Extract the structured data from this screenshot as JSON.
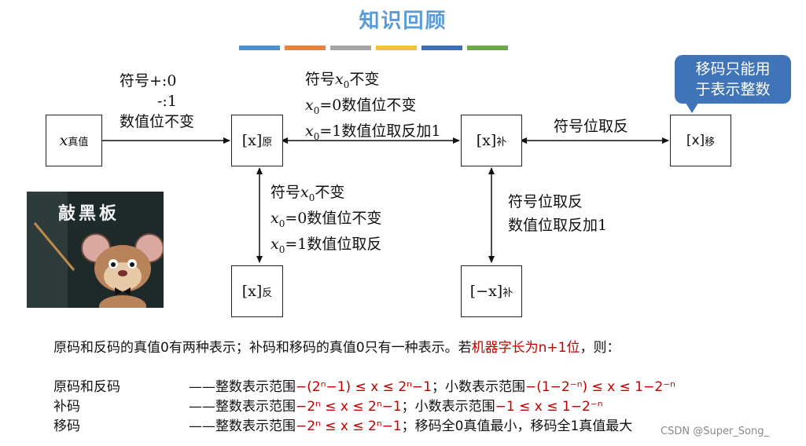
{
  "title": "知识回顾",
  "color_bars": [
    "#4a8fd0",
    "#e8823a",
    "#a6a6a6",
    "#f2c12e",
    "#3d6db5",
    "#6aaa46"
  ],
  "boxes": {
    "true_value": {
      "main": "x",
      "sub": "真值"
    },
    "sign_mag": {
      "main": "[x]",
      "sub": "原"
    },
    "twos": {
      "main": "[x]",
      "sub": "补"
    },
    "biased": {
      "main": "[x]",
      "sub": "移"
    },
    "ones": {
      "main": "[x]",
      "sub": "反"
    },
    "neg_twos": {
      "main": "[−x]",
      "sub": "补"
    }
  },
  "labels": {
    "true_to_sign": {
      "l1": "符号+:0",
      "l2": "-:1",
      "l3": "数值位不变"
    },
    "sign_to_twos": {
      "l1_a": "符号",
      "l1_var": "x",
      "l1_sub": "0",
      "l1_b": "不变",
      "l2_var": "x",
      "l2_sub": "0",
      "l2_b": "=0数值位不变",
      "l3_var": "x",
      "l3_sub": "0",
      "l3_b": "=1数值位取反加1"
    },
    "sign_to_ones": {
      "l1_a": "符号",
      "l1_var": "x",
      "l1_sub": "0",
      "l1_b": "不变",
      "l2_var": "x",
      "l2_sub": "0",
      "l2_b": "=0数值位不变",
      "l3_var": "x",
      "l3_sub": "0",
      "l3_b": "=1数值位取反"
    },
    "twos_to_biased": "符号位取反",
    "twos_to_neg": {
      "l1": "符号位取反",
      "l2": "数值位取反加1"
    }
  },
  "bubble": {
    "l1": "移码只能用",
    "l2": "于表示整数"
  },
  "mascot_text": "敲黑板",
  "summary": {
    "intro_a": "原码和反码的真值0有两种表示；补码和移码的真值0只有一种表示。若",
    "intro_red": "机器字长为n+1位",
    "intro_b": "，则：",
    "rows": [
      {
        "name": "原码和反码",
        "dash": "——整数表示范围",
        "int_range": "−(2ⁿ−1)  ≤ x ≤ 2ⁿ−1",
        "sep": "；小数表示范围",
        "frac_range": "−(1−2⁻ⁿ)  ≤ x ≤ 1−2⁻ⁿ"
      },
      {
        "name": "补码",
        "dash": "——整数表示范围",
        "int_range": "−2ⁿ  ≤ x ≤ 2ⁿ−1",
        "sep": "；小数表示范围",
        "frac_range": "−1  ≤ x ≤ 1−2⁻ⁿ"
      },
      {
        "name": "移码",
        "dash": "——整数表示范围",
        "int_range": "−2ⁿ  ≤ x ≤ 2ⁿ−1",
        "sep": "；移码全0真值最小，移码全1真值最大",
        "frac_range": ""
      }
    ]
  },
  "watermark": "CSDN @Super_Song_"
}
